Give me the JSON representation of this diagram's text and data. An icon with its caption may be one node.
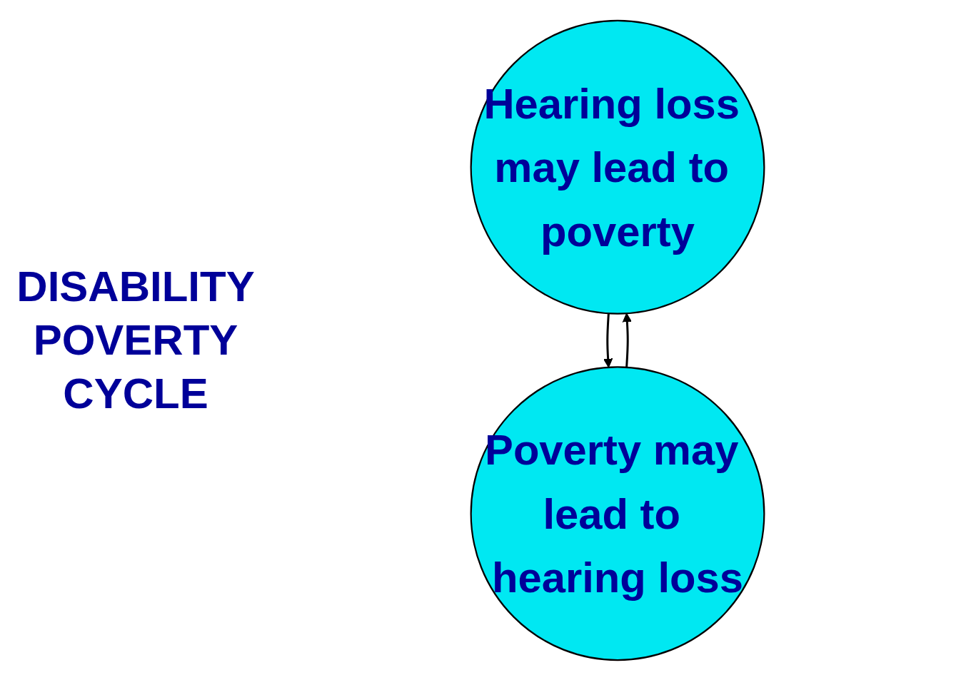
{
  "diagram": {
    "title": "DISABILITY POVERTY CYCLE",
    "nodes": [
      {
        "text": [
          "Hearing loss may lead to poverty"
        ]
      },
      {
        "text": [
          "Poverty may lead to hearing loss"
        ]
      }
    ],
    "edges": [
      {
        "from": 0,
        "to": 1,
        "arrow": "to"
      },
      {
        "from": 1,
        "to": 0,
        "arrow": "to"
      }
    ]
  }
}
